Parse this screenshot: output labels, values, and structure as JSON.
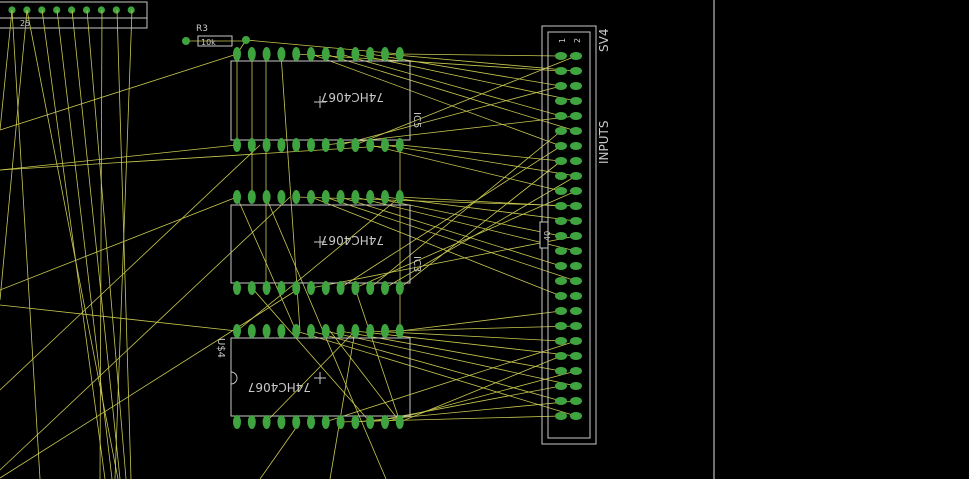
{
  "colors": {
    "background": "#000000",
    "ratsnest": "#c8c850",
    "pad": "#3fa43f",
    "silkscreen": "#c8c8c8",
    "frame_line": "#e0e0e0"
  },
  "labels": {
    "resistor_name": "R3",
    "resistor_value": "10k",
    "top_header_pin": "25",
    "connector_name": "SV4",
    "connector_value": "INPUTS",
    "connector_pin1": "1",
    "connector_pin2": "2",
    "connector_mid_pin": "40",
    "chip1_value": "74HC4067",
    "chip1_name": "IC5",
    "chip2_value": "74HC4067",
    "chip2_name": "IC3",
    "chip3_value": "74HC4067",
    "chip3_name": "U$4"
  }
}
